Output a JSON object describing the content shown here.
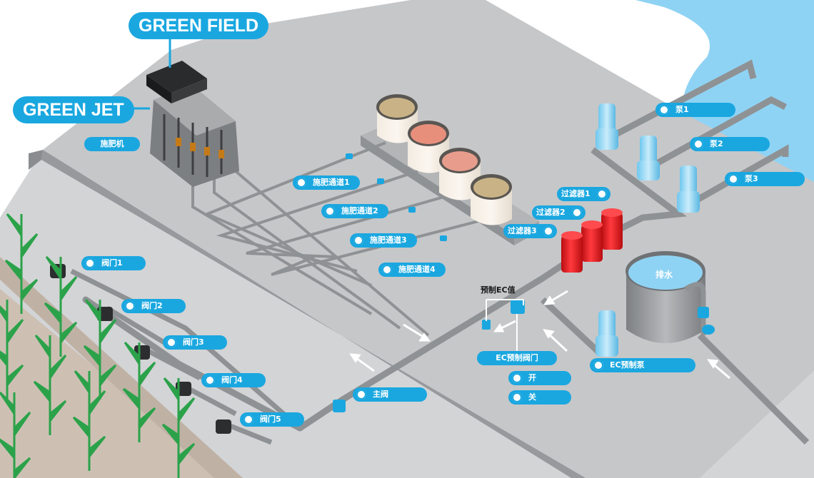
{
  "brands": {
    "field": "GREEN FIELD",
    "jet": "GREEN JET"
  },
  "labels": {
    "fertigation_machine": "施肥机",
    "channel_1": "施肥通道1",
    "channel_2": "施肥通道2",
    "channel_3": "施肥通道3",
    "channel_4": "施肥通道4",
    "pump_1": "泵1",
    "pump_2": "泵2",
    "pump_3": "泵3",
    "filter_1": "过滤器1",
    "filter_2": "过滤器2",
    "filter_3": "过滤器3",
    "drain": "排水",
    "preset_ec": "预制EC值",
    "ec_preset_valve": "EC预制阀门",
    "open": "开",
    "close": "关",
    "ec_preset_pump": "EC预制泵",
    "main_valve": "主阀",
    "valve_1": "阀门1",
    "valve_2": "阀门2",
    "valve_3": "阀门3",
    "valve_4": "阀门4",
    "valve_5": "阀门5"
  },
  "colors": {
    "accent": "#1aa7e0",
    "platform": "#c6c7c9",
    "water": "#8fd3f4",
    "filter_red": "#e8151b",
    "pipe": "#8f9294",
    "soil": "#cdc0b3",
    "crop": "#2ba24a",
    "tank_1": "#c9b386",
    "tank_2": "#e88f7c",
    "tank_3": "#e89d8c",
    "tank_4": "#c9b386"
  }
}
